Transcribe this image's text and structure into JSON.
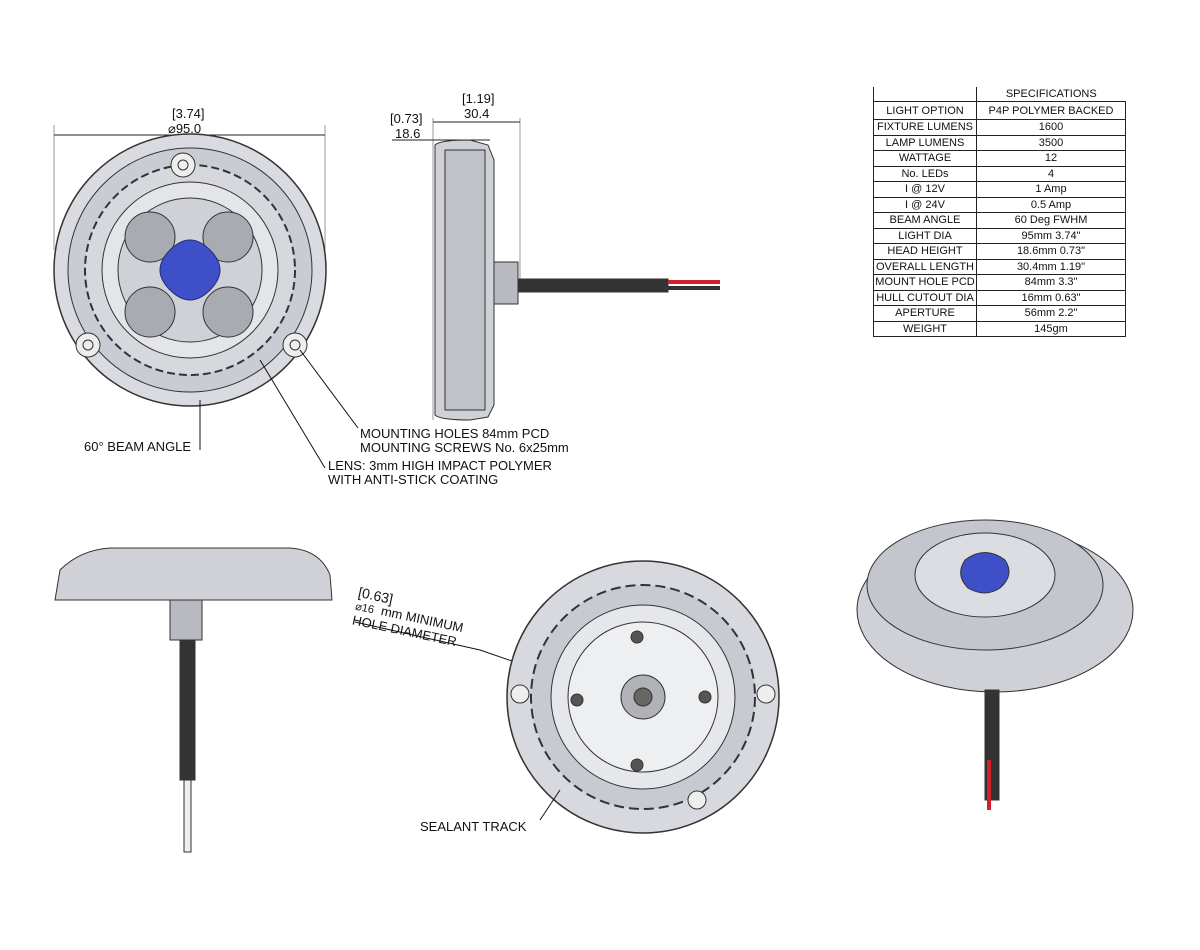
{
  "specifications": {
    "title": "SPECIFICATIONS",
    "rows": [
      {
        "label": "LIGHT OPTION",
        "value": "P4P POLYMER BACKED"
      },
      {
        "label": "FIXTURE LUMENS",
        "value": "1600"
      },
      {
        "label": "LAMP LUMENS",
        "value": "3500"
      },
      {
        "label": "WATTAGE",
        "value": "12"
      },
      {
        "label": "No. LEDs",
        "value": "4"
      },
      {
        "label": "I @ 12V",
        "value": "1 Amp"
      },
      {
        "label": "I @ 24V",
        "value": "0.5 Amp"
      },
      {
        "label": "BEAM ANGLE",
        "value": "60 Deg FWHM"
      },
      {
        "label": "LIGHT DIA",
        "value": "95mm 3.74\""
      },
      {
        "label": "HEAD HEIGHT",
        "value": "18.6mm 0.73\""
      },
      {
        "label": "OVERALL LENGTH",
        "value": "30.4mm 1.19\""
      },
      {
        "label": "MOUNT HOLE PCD",
        "value": "84mm 3.3\""
      },
      {
        "label": "HULL CUTOUT DIA",
        "value": "16mm 0.63\""
      },
      {
        "label": "APERTURE",
        "value": "56mm 2.2\""
      },
      {
        "label": "WEIGHT",
        "value": "145gm"
      }
    ]
  },
  "dimensions": {
    "diameter_in": "[3.74]",
    "diameter_mm": "⌀95.0",
    "head_height_in": "[0.73]",
    "head_height_mm": "18.6",
    "overall_length_in": "[1.19]",
    "overall_length_mm": "30.4",
    "hole_in": "[0.63]",
    "hole_mm": "⌀16",
    "hole_text_1": "mm MINIMUM",
    "hole_text_2": "HOLE DIAMETER"
  },
  "callouts": {
    "mounting_1": "MOUNTING HOLES 84mm PCD",
    "mounting_2": "MOUNTING SCREWS No. 6x25mm",
    "lens_1": "LENS: 3mm HIGH IMPACT POLYMER",
    "lens_2": "WITH ANTI-STICK COATING",
    "beam": "60° BEAM ANGLE",
    "sealant": "SEALANT TRACK"
  },
  "colors": {
    "accent": "#3f4fc8",
    "wire_red": "#d0202a",
    "wire_black": "#222222"
  }
}
